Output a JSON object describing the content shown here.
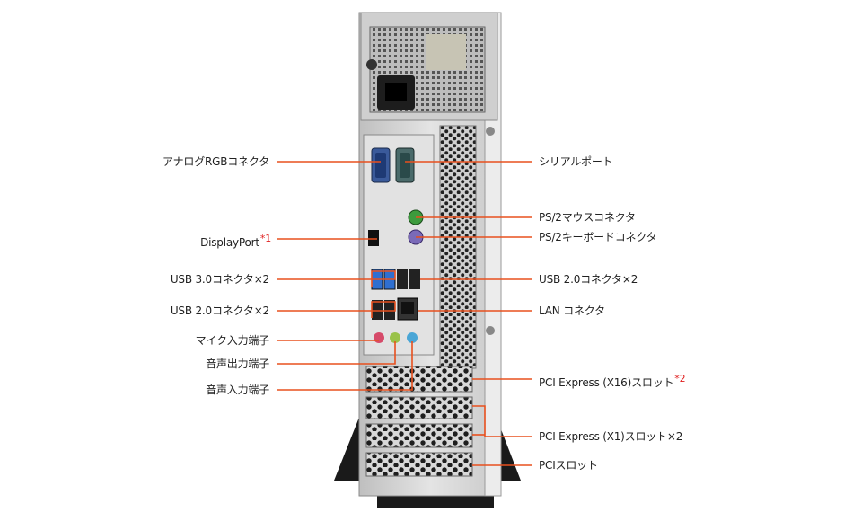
{
  "labels": {
    "analog_rgb": "アナログRGBコネクタ",
    "displayport": "DisplayPort",
    "displayport_note": "*1",
    "usb30": "USB 3.0コネクタ×2",
    "usb20_left": "USB 2.0コネクタ×2",
    "mic_in": "マイク入力端子",
    "audio_out": "音声出力端子",
    "audio_in": "音声入力端子",
    "serial": "シリアルポート",
    "ps2_mouse": "PS/2マウスコネクタ",
    "ps2_keyboard": "PS/2キーボードコネクタ",
    "usb20_right": "USB 2.0コネクタ×2",
    "lan": "LAN コネクタ",
    "pcie_x16": "PCI Express (X16)スロット",
    "pcie_x16_note": "*2",
    "pcie_x1": "PCI Express (X1)スロット×2",
    "pci": "PCIスロット"
  },
  "colors": {
    "leader": "#e8501e",
    "note": "#e02020",
    "chassis": "#d4d4d4",
    "chassis_dark": "#8a8a8a",
    "stand": "#1a1a1a"
  }
}
